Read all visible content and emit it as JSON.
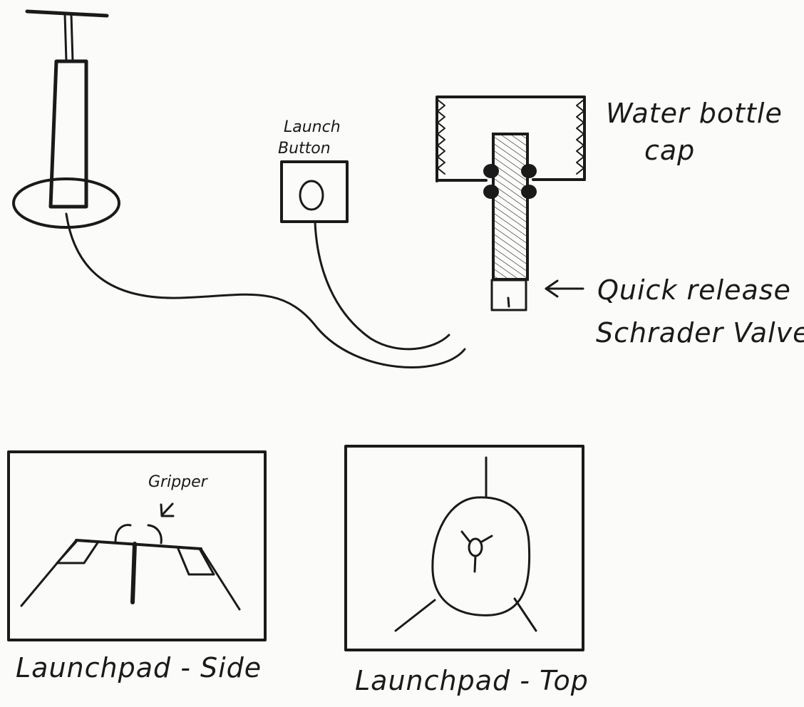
{
  "labels": {
    "launch_button_line1": "Launch",
    "launch_button_line2": "Button",
    "button_glyph": "O",
    "water_bottle_line1": "Water bottle",
    "water_bottle_line2": "cap",
    "quick_release_line1": "Quick release",
    "quick_release_line2": "Schrader Valve",
    "gripper": "Gripper",
    "launchpad_side": "Launchpad - Side",
    "launchpad_top": "Launchpad - Top"
  },
  "colors": {
    "ink": "#1a1a1a",
    "paper": "#fbfbf9"
  },
  "icons": {
    "pointer": "left-arrow",
    "gripper_pointer": "down-left-arrow"
  }
}
